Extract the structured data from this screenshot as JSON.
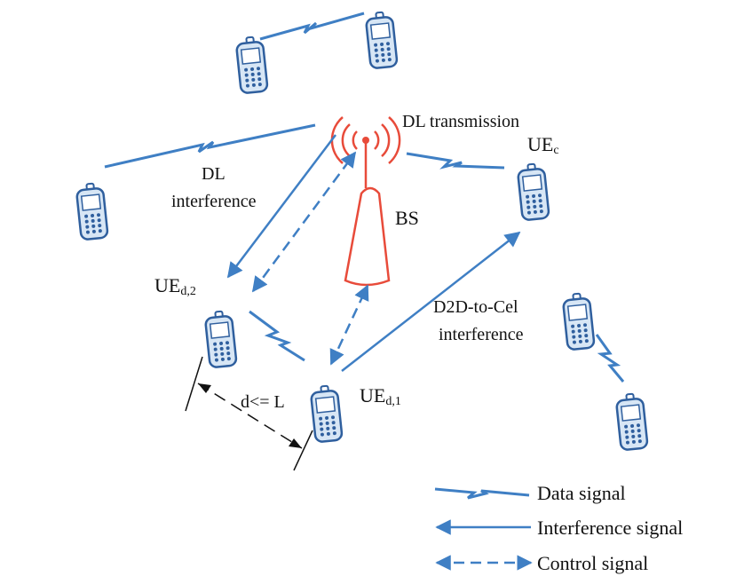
{
  "labels": {
    "dl_transmission": "DL transmission",
    "dl_interference_1": "DL",
    "dl_interference_2": "interference",
    "bs": "BS",
    "ue_c_main": "UE",
    "ue_c_sub": "c",
    "ue_d2_main": "UE",
    "ue_d2_sub": "d,2",
    "ue_d1_main": "UE",
    "ue_d1_sub": "d,1",
    "d2c_1": "D2D-to-Cel",
    "d2c_2": "interference",
    "distance": "d<= L"
  },
  "legend": {
    "data_signal": "Data signal",
    "interference_signal": "Interference signal",
    "control_signal": "Control signal"
  },
  "colors": {
    "signal": "#3f7fc4",
    "tower": "#e84b3a",
    "phone_outline": "#2f5f9e",
    "phone_body": "#d7e6f5",
    "black": "#111111"
  },
  "icons": {
    "phone": "mobile-phone-icon",
    "tower": "base-station-tower-icon"
  }
}
